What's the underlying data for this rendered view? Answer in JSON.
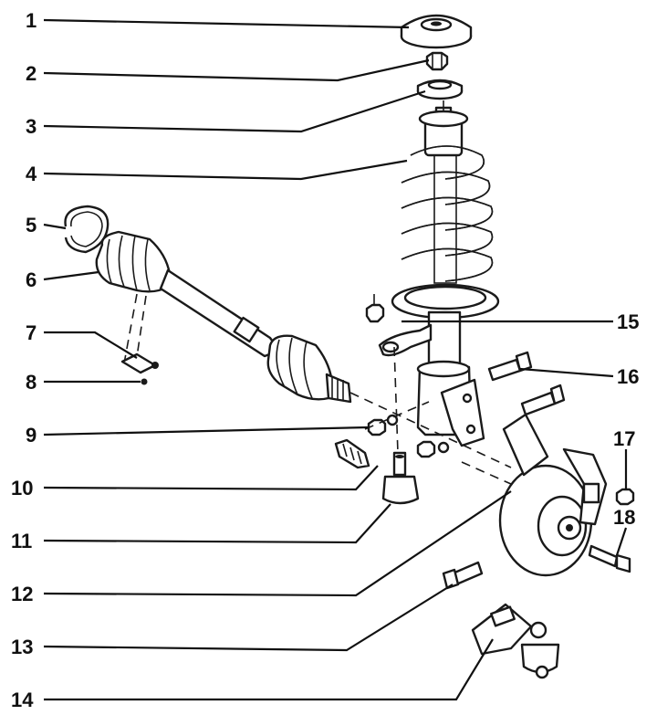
{
  "callouts": [
    {
      "number": "1"
    },
    {
      "number": "2"
    },
    {
      "number": "3"
    },
    {
      "number": "4"
    },
    {
      "number": "5"
    },
    {
      "number": "6"
    },
    {
      "number": "7"
    },
    {
      "number": "8"
    },
    {
      "number": "9"
    },
    {
      "number": "10"
    },
    {
      "number": "11"
    },
    {
      "number": "12"
    },
    {
      "number": "13"
    },
    {
      "number": "14"
    },
    {
      "number": "15"
    },
    {
      "number": "16"
    },
    {
      "number": "17"
    },
    {
      "number": "18"
    }
  ],
  "colors": {
    "ink": "#1a1a1a",
    "background": "#ffffff"
  }
}
